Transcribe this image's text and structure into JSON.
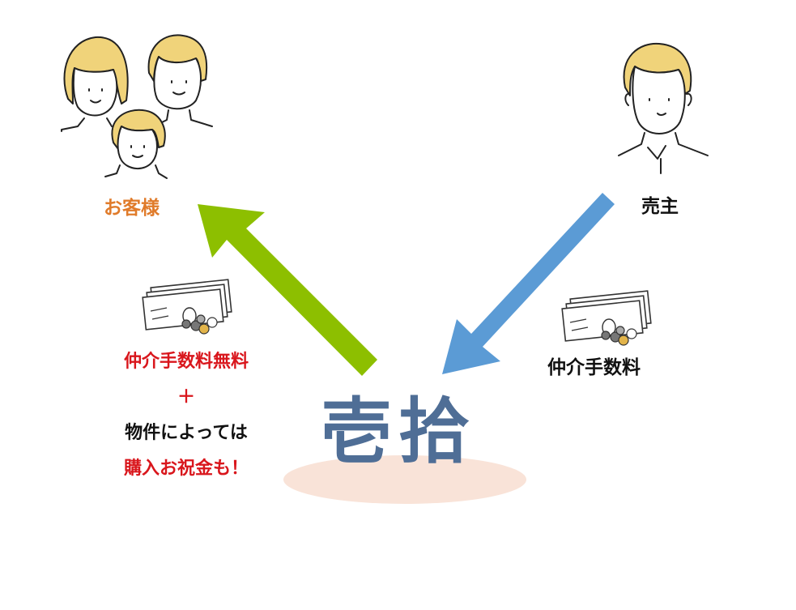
{
  "customer": {
    "label": "お客様",
    "benefit_line1": "仲介手数料無料",
    "benefit_plus": "＋",
    "benefit_line2": "物件によっては",
    "benefit_line3": "購入お祝金も！"
  },
  "seller": {
    "label": "売主",
    "fee": "仲介手数料"
  },
  "brand": {
    "name": "壱拾"
  },
  "colors": {
    "customer_label": "#e07b2a",
    "benefit_red": "#d9161c",
    "text_dark": "#111111",
    "green_arrow": "#8dbf00",
    "blue_arrow": "#5b9bd5",
    "brand_text": "#4f6e96",
    "brand_ellipse": "#f9e3d8",
    "hair": "#f0d37a"
  },
  "icons": {
    "family": "family-illustration-icon",
    "seller": "seller-illustration-icon",
    "money": "money-bills-coins-icon",
    "arrow_to_customer": "green-arrow-icon",
    "arrow_from_seller": "blue-arrow-icon"
  }
}
